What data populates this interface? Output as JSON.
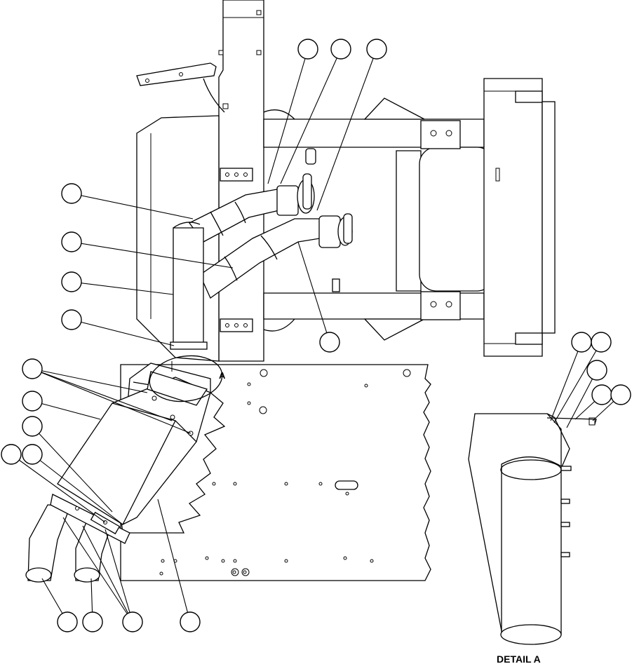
{
  "detail_marker": "A",
  "detail_title": "DETAIL A",
  "callouts": [
    {
      "id": "c01"
    },
    {
      "id": "c02"
    },
    {
      "id": "c03"
    },
    {
      "id": "c04"
    },
    {
      "id": "c05"
    },
    {
      "id": "c06"
    },
    {
      "id": "c07"
    },
    {
      "id": "c08"
    },
    {
      "id": "c09"
    },
    {
      "id": "c10"
    },
    {
      "id": "c11"
    },
    {
      "id": "c12"
    },
    {
      "id": "c13"
    },
    {
      "id": "c14"
    },
    {
      "id": "c15"
    },
    {
      "id": "c16"
    },
    {
      "id": "c17"
    },
    {
      "id": "c18"
    },
    {
      "id": "c19"
    },
    {
      "id": "c20"
    },
    {
      "id": "c21"
    },
    {
      "id": "c22"
    },
    {
      "id": "c23"
    },
    {
      "id": "c24"
    },
    {
      "id": "c25"
    },
    {
      "id": "c26"
    }
  ]
}
